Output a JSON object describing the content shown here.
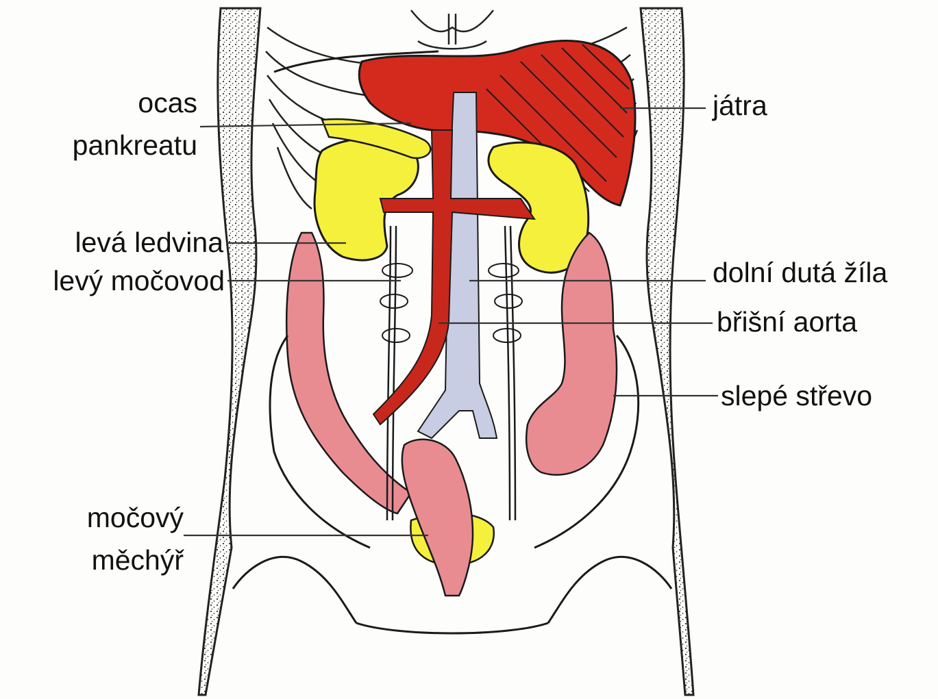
{
  "labels": {
    "ocas": "ocas",
    "pankreatu": "pankreatu",
    "leva_ledvina": "levá ledvina",
    "levy_mocovod": "levý močovod",
    "mocovy": "močový",
    "mechyr": "měchýř",
    "jatra": "játra",
    "dolni_duta_zila": "dolní dutá žíla",
    "brisni_aorta": "břišní aorta",
    "slepe_strevo": "slepé střevo"
  },
  "colors": {
    "liver": "#d42a1e",
    "kidney_pancreas": "#f5f03c",
    "colon": "#e98c92",
    "aorta": "#c8281c",
    "vena_cava": "#c9cde3",
    "outline": "#1a1a1a",
    "skin_stipple": "#333333",
    "background": "#fdfdfb"
  }
}
